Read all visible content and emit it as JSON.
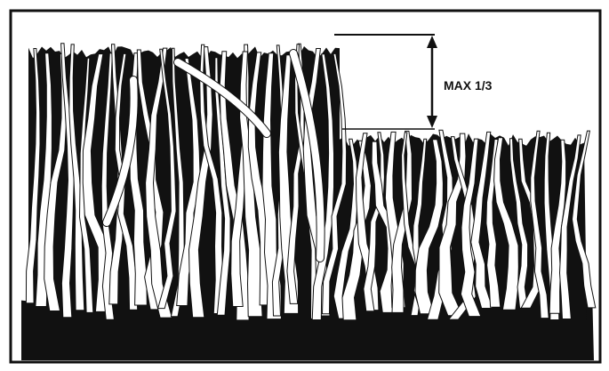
{
  "illustration": {
    "subject": "grass-blades-cut-height",
    "annotation_label": "MAX 1/3",
    "cut_fraction_max": 0.3333,
    "colors": {
      "ink": "#111111",
      "paper": "#ffffff"
    }
  }
}
